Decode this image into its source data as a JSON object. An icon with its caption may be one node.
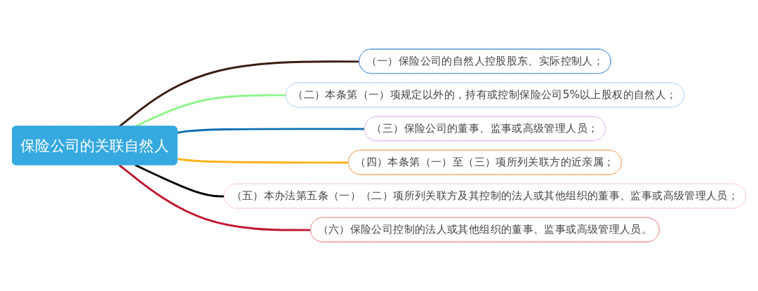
{
  "diagram": {
    "nodes": [
      {
        "text": [
          "保险公司的关联自然人"
        ]
      },
      {
        "text": [
          "（一）保险公司的自然人控股股东、实际控制人；"
        ]
      },
      {
        "text": [
          "（二）本条第（一）项规定以外的，持有或控制保险公司5%以上股权的自然人；"
        ]
      },
      {
        "text": [
          "（三）保险公司的董事、监事或高级管理人员；"
        ]
      },
      {
        "text": [
          "（四）本条第（一）至（三）项所列关联方的近亲属；"
        ]
      },
      {
        "text": [
          "（五）本办法第五条（一）（二）项所列关联方及其控制的法人或其他组织的董事、监事或高级管理人员；"
        ]
      },
      {
        "text": [
          "（六）保险公司控制的法人或其他组织的董事、监事或高级管理人员。"
        ]
      }
    ],
    "edges": [
      {
        "from": 0,
        "to": 1,
        "arrow": "none",
        "color": "#3b1e12"
      },
      {
        "from": 0,
        "to": 2,
        "arrow": "none",
        "color": "#90f58c"
      },
      {
        "from": 0,
        "to": 3,
        "arrow": "none",
        "color": "#0e6fb5"
      },
      {
        "from": 0,
        "to": 4,
        "arrow": "none",
        "color": "#f9b31b"
      },
      {
        "from": 0,
        "to": 5,
        "arrow": "none",
        "color": "#000000"
      },
      {
        "from": 0,
        "to": 6,
        "arrow": "none",
        "color": "#c1152f"
      }
    ]
  }
}
